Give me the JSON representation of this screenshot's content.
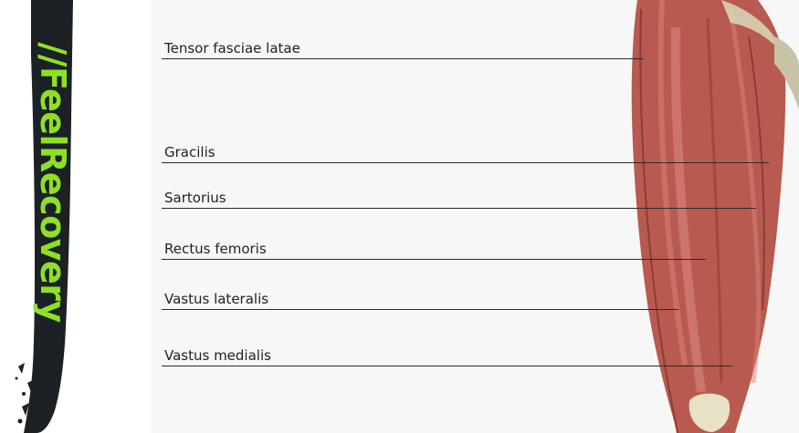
{
  "brand": {
    "text": "//FeelRecovery",
    "accent_color": "#8fe025",
    "band_color": "#1b2124"
  },
  "diagram": {
    "labels": [
      {
        "id": "tensor-fasciae-latae",
        "text": "Tensor fasciae latae"
      },
      {
        "id": "gracilis",
        "text": "Gracilis"
      },
      {
        "id": "sartorius",
        "text": "Sartorius"
      },
      {
        "id": "rectus-femoris",
        "text": "Rectus femoris"
      },
      {
        "id": "vastus-lateralis",
        "text": "Vastus lateralis"
      },
      {
        "id": "vastus-medialis",
        "text": "Vastus medialis"
      }
    ],
    "line_color": "#2b2b2b",
    "muscle_color": "#b85a4f"
  }
}
